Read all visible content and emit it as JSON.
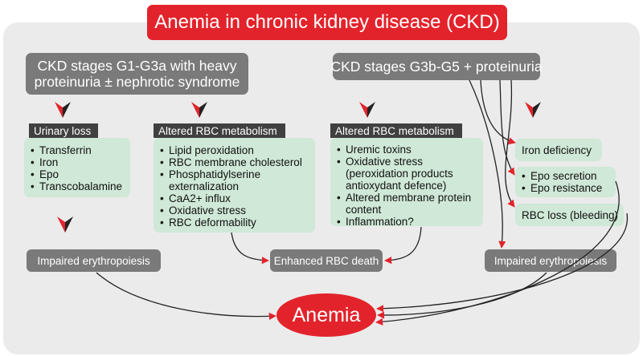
{
  "title": "Anemia in chronic kidney disease (CKD)",
  "stage_left": {
    "line1": "CKD stages G1-G3a with heavy",
    "line2": "proteinuria ± nephrotic syndrome"
  },
  "stage_right": {
    "label": "CKD stages G3b-G5 + proteinuria"
  },
  "urinary_loss": {
    "header": "Urinary loss",
    "items": [
      "Transferrin",
      "Iron",
      "Epo",
      "Transcobalamine"
    ]
  },
  "rbc_metabolism_left": {
    "header": "Altered RBC metabolism",
    "items": [
      "Lipid peroxidation",
      "RBC membrane cholesterol",
      "Phosphatidylserine externalization",
      "CaA2+ influx",
      "Oxidative stress",
      "RBC deformability"
    ]
  },
  "rbc_metabolism_right": {
    "header": "Altered RBC metabolism",
    "items": [
      "Uremic toxins",
      "Oxidative stress (peroxidation products antioxydant defence)",
      "Altered membrane protein content",
      "Inflammation?"
    ]
  },
  "iron_deficiency": "Iron deficiency",
  "epo_box": {
    "items": [
      "Epo secretion",
      "Epo resistance"
    ]
  },
  "rbc_loss": "RBC loss (bleeding)",
  "impaired_left": "Impaired erythropoiesis",
  "enhanced_death": "Enhanced RBC death",
  "impaired_right": "Impaired erythropoiesis",
  "anemia": "Anemia",
  "colors": {
    "accent_red": "#e3232b",
    "box_gray": "#7a7a7a",
    "header_dark": "#404040",
    "box_green": "#cfe8d7",
    "panel": "#ebebeb"
  }
}
